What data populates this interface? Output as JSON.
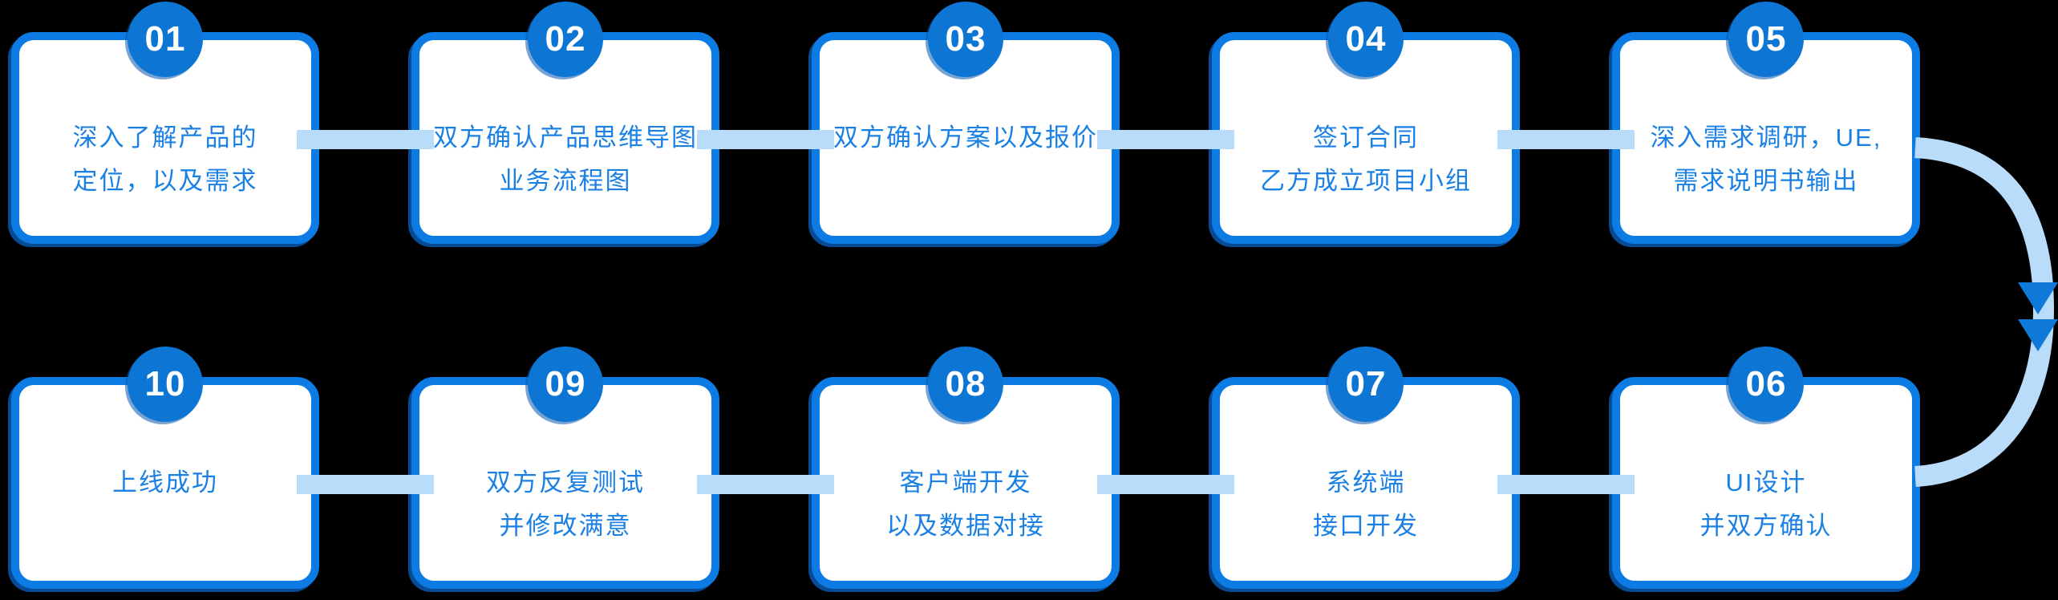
{
  "colors": {
    "background": "#000000",
    "card_background": "#ffffff",
    "card_border": "#0c7be4",
    "badge_fill": "#0d76d4",
    "badge_number": "#ffffff",
    "step_text": "#1a80e4",
    "connector": "#b9dcfa",
    "arrowhead": "#0e79d8"
  },
  "icons": {
    "flow_arrow": "curved-flow-arrow",
    "arrowhead": "double-down-arrowhead-icon"
  },
  "rows": [
    {
      "steps": [
        {
          "number": "01",
          "text": "深入了解产品的\n定位，以及需求"
        },
        {
          "number": "02",
          "text": "双方确认产品思维导图\n业务流程图"
        },
        {
          "number": "03",
          "text": "双方确认方案以及报价"
        },
        {
          "number": "04",
          "text": "签订合同\n乙方成立项目小组"
        },
        {
          "number": "05",
          "text": "深入需求调研，UE,\n需求说明书输出"
        }
      ]
    },
    {
      "steps": [
        {
          "number": "10",
          "text": "上线成功"
        },
        {
          "number": "09",
          "text": "双方反复测试\n并修改满意"
        },
        {
          "number": "08",
          "text": "客户端开发\n以及数据对接"
        },
        {
          "number": "07",
          "text": "系统端\n接口开发"
        },
        {
          "number": "06",
          "text": "UI设计\n并双方确认"
        }
      ]
    }
  ]
}
